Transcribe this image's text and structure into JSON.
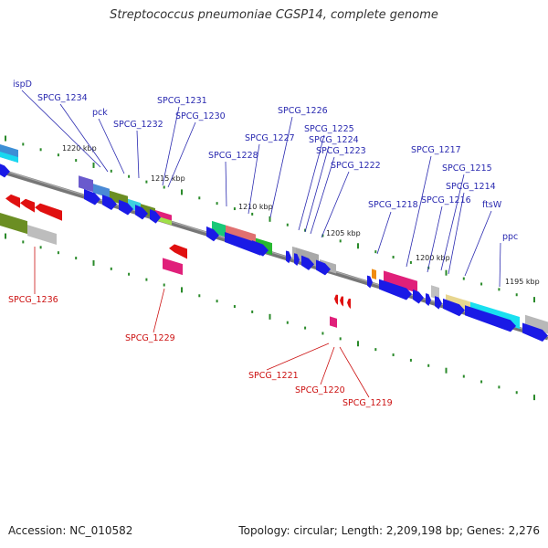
{
  "title": "Streptococcus pneumoniae CGSP14, complete genome",
  "footer": {
    "accession": "Accession: NC_010582",
    "summary": "Topology: circular; Length: 2,209,198 bp; Genes: 2,276"
  },
  "colors": {
    "top_label": "#2a2ab0",
    "bottom_label": "#cc1111",
    "backbone": "#777777",
    "tick_dot": "#2a8a2a",
    "cds": "#1a1ae6",
    "rev_cds": "#e01010"
  },
  "scale_ticks": [
    "1220 kbp",
    "1215 kbp",
    "1210 kbp",
    "1205 kbp",
    "1200 kbp",
    "1195 kbp"
  ],
  "top_genes": [
    "ispD",
    "SPCG_1234",
    "pck",
    "SPCG_1232",
    "SPCG_1231",
    "SPCG_1230",
    "SPCG_1228",
    "SPCG_1227",
    "SPCG_1226",
    "SPCG_1225",
    "SPCG_1224",
    "SPCG_1223",
    "SPCG_1222",
    "SPCG_1218",
    "SPCG_1217",
    "SPCG_1216",
    "SPCG_1215",
    "SPCG_1214",
    "ftsW",
    "ppc"
  ],
  "bottom_genes": [
    "SPCG_1236",
    "SPCG_1229",
    "SPCG_1221",
    "SPCG_1220",
    "SPCG_1219"
  ]
}
